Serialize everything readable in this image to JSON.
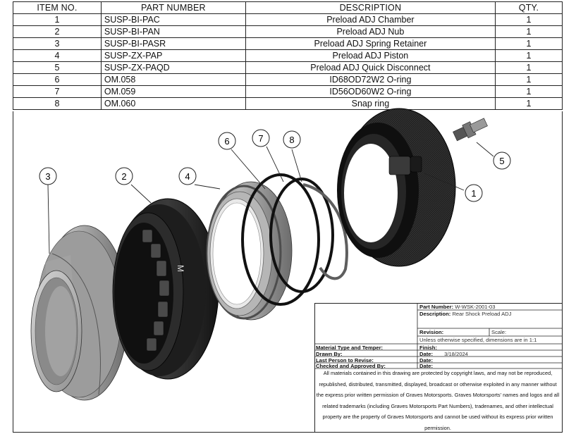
{
  "bom": {
    "headers": {
      "item": "ITEM NO.",
      "part": "PART NUMBER",
      "desc": "DESCRIPTION",
      "qty": "QTY."
    },
    "rows": [
      {
        "item": "1",
        "part": "SUSP-BI-PAC",
        "desc": "Preload ADJ Chamber",
        "qty": "1"
      },
      {
        "item": "2",
        "part": "SUSP-BI-PAN",
        "desc": "Preload ADJ Nub",
        "qty": "1"
      },
      {
        "item": "3",
        "part": "SUSP-BI-PASR",
        "desc": "Preload ADJ Spring Retainer",
        "qty": "1"
      },
      {
        "item": "4",
        "part": "SUSP-ZX-PAP",
        "desc": "Preload ADJ Piston",
        "qty": "1"
      },
      {
        "item": "5",
        "part": "SUSP-ZX-PAQD",
        "desc": "Preload ADJ Quick Disconnect",
        "qty": "1"
      },
      {
        "item": "6",
        "part": "OM.058",
        "desc": "ID68OD72W2 O-ring",
        "qty": "1"
      },
      {
        "item": "7",
        "part": "OM.059",
        "desc": "ID56OD60W2 O-ring",
        "qty": "1"
      },
      {
        "item": "8",
        "part": "OM.060",
        "desc": "Snap ring",
        "qty": "1"
      }
    ]
  },
  "balloons": [
    {
      "id": "b3",
      "label": "3"
    },
    {
      "id": "b2",
      "label": "2"
    },
    {
      "id": "b4",
      "label": "4"
    },
    {
      "id": "b6",
      "label": "6"
    },
    {
      "id": "b7",
      "label": "7"
    },
    {
      "id": "b8",
      "label": "8"
    },
    {
      "id": "b1",
      "label": "1"
    },
    {
      "id": "b5",
      "label": "5"
    }
  ],
  "nub_marking": "M",
  "title_block": {
    "part_number_label": "Part Number:",
    "part_number": "W-WSK-2001-03",
    "description_label": "Description:",
    "description": "Rear Shock Preload ADJ",
    "revision_label": "Revision:",
    "scale_label": "Scale:",
    "units_note": "Unless otherwise specified, dimensions are in",
    "units_value": "1:1",
    "material_label": "Material Type and Temper:",
    "finish_label": "Finish:",
    "drawn_by_label": "Drawn By:",
    "date_label": "Date:",
    "drawn_date": "3/18/2024",
    "last_person_label": "Last Person to Revise:",
    "checked_label": "Checked and Approved By:",
    "notice": "All materials contained in this drawing are protected by copyright laws, and may not be reproduced, republished, distributed, transmitted, displayed, broadcast or otherwise exploited in any manner without the express prior written permission of Graves Motorsports. Graves Motorsports' names and logos and all related trademarks (including Graves Motorsports Part Numbers), tradenames, and other intellectual property are the property of Graves Motorsports and cannot be used without its express prior written permission."
  }
}
